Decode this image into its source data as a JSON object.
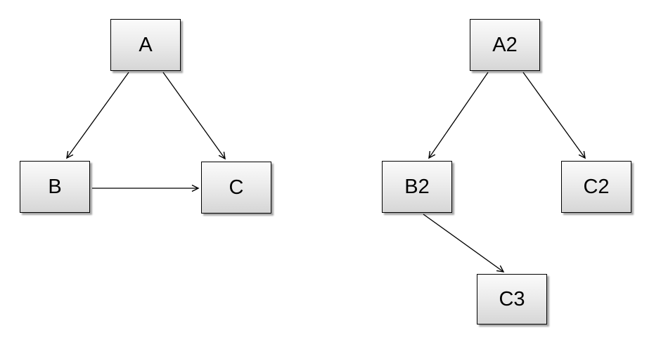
{
  "diagram": {
    "background_color": "#ffffff",
    "node_border_color": "#000000",
    "node_fill_top": "#fbfbfb",
    "node_fill_bottom": "#d6d6d6",
    "edge_color": "#000000",
    "graphs": [
      {
        "name": "left-graph",
        "nodes": [
          {
            "id": "A",
            "label": "A"
          },
          {
            "id": "B",
            "label": "B"
          },
          {
            "id": "C",
            "label": "C"
          }
        ],
        "edges": [
          {
            "from": "A",
            "to": "B"
          },
          {
            "from": "A",
            "to": "C"
          },
          {
            "from": "B",
            "to": "C"
          }
        ]
      },
      {
        "name": "right-graph",
        "nodes": [
          {
            "id": "A2",
            "label": "A2"
          },
          {
            "id": "B2",
            "label": "B2"
          },
          {
            "id": "C2",
            "label": "C2"
          },
          {
            "id": "C3",
            "label": "C3"
          }
        ],
        "edges": [
          {
            "from": "A2",
            "to": "B2"
          },
          {
            "from": "A2",
            "to": "C2"
          },
          {
            "from": "B2",
            "to": "C3"
          }
        ]
      }
    ]
  }
}
